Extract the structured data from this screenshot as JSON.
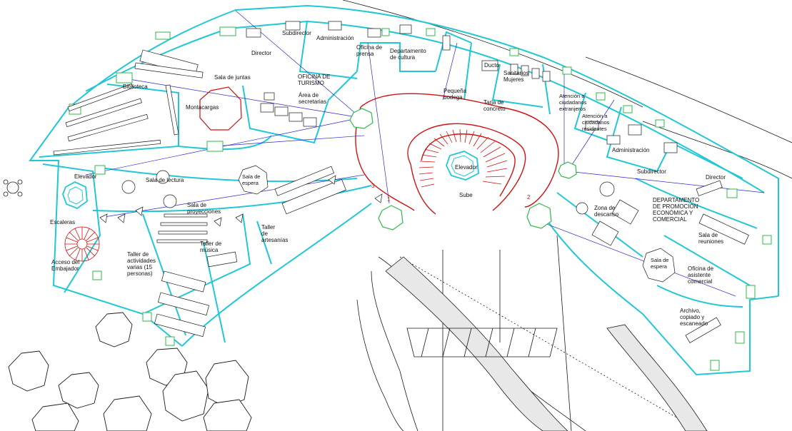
{
  "colors": {
    "wall": "#22c7d6",
    "line": "#1a1a1a",
    "stair": "#d21010",
    "green": "#2fb84a",
    "blue": "#2a2ad0",
    "background": "#ffffff"
  },
  "labels": {
    "biblioteca": "Biblioteca",
    "montacargas": "Montacargas",
    "sala_juntas": "Sala de juntas",
    "director_left": "Director",
    "subdirector_left": "Subdirector",
    "administracion_top": "Administración",
    "oficina_prensa": "Oficina de\nprensa",
    "depto_cultura": "Departamento\nde cultura",
    "oficina_turismo": "OFICINA DE\nTURISMO",
    "area_secretarias": "Área de\nsecretarias",
    "pequena_bodega": "Pequeña\nbodega",
    "tarja_concreto": "Tarja de\nconcreto",
    "ducto": "Ducto",
    "sanitarios_mujeres": "Sanitarios\nMujeres",
    "atencion_ciudadanos_extranjeros": "Atención a\nciudadanos\nextranjeros",
    "atencion_ciudadanos_residentes": "Atención a\nciudadanos\nresidentes",
    "administracion_right": "Administración",
    "subdirector_right": "Subdirector",
    "director_right": "Director",
    "depto_promocion": "DEPARTAMENTO\nDE PROMOCIÓN\nECONÓMICA Y\nCOMERCIAL",
    "elevador_left": "Elevador",
    "sala_lectura": "Sala de lectura",
    "sala_espera_left": "Sala de\nespera",
    "sala_proyecciones": "Sala de\nproyecciones",
    "taller_artesanias": "Taller\nde\nartesanías",
    "taller_musica": "Taller de\nmúsica",
    "taller_actividades": "Taller de\nactividades\nvarias (15\npersonas)",
    "escaleras": "Escaleras",
    "acceso_embajador": "Acceso del\nEmbajador",
    "elevador_center": "Elevador",
    "sube": "Sube",
    "zona_descanso": "Zona de\ndescanso",
    "sala_reuniones": "Sala de\nreuniones",
    "sala_espera_right": "Sala de\nespera",
    "oficina_asistente": "Oficina de\nasistente\ncomercial",
    "archivo": "Archivo,\ncopiado y\nescaneado"
  },
  "stair_numbers": [
    "1",
    "2",
    "3"
  ]
}
